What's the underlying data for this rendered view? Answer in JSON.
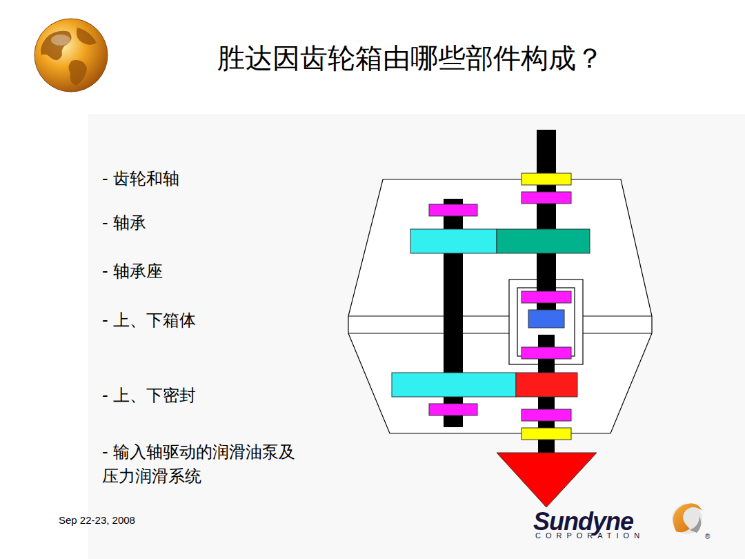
{
  "diagram": {
    "title": "胜达因齿轮箱由哪些部件构成？",
    "labels": [
      "- 齿轮和轴",
      "- 轴承",
      "- 轴承座",
      "- 上、下箱体",
      "- 上、下密封",
      "- 输入轴驱动的润滑油泵及 压力润滑系统",
      "Sep 22-23, 2008",
      "Sundyne",
      "CORPORATION",
      "®"
    ]
  }
}
